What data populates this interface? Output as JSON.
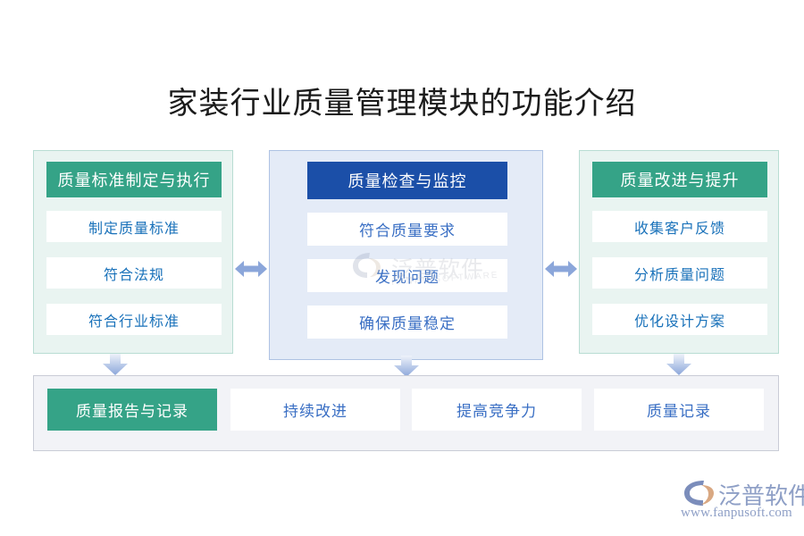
{
  "page": {
    "title": "家装行业质量管理模块的功能介绍"
  },
  "columns": [
    {
      "id": "quality-standard",
      "header": "质量标准制定与执行",
      "header_color": "#35a387",
      "panel_bg": "#e9f4f1",
      "items": [
        "制定质量标准",
        "符合法规",
        "符合行业标准"
      ]
    },
    {
      "id": "quality-inspection",
      "header": "质量检查与监控",
      "header_color": "#1b4fa8",
      "panel_bg": "#e4ebf7",
      "items": [
        "符合质量要求",
        "发现问题",
        "确保质量稳定"
      ]
    },
    {
      "id": "quality-improvement",
      "header": "质量改进与提升",
      "header_color": "#35a387",
      "panel_bg": "#e9f4f1",
      "items": [
        "收集客户反馈",
        "分析质量问题",
        "优化设计方案"
      ]
    }
  ],
  "connectors": {
    "horizontal_arrow_icon": "double-headed-horizontal-arrow",
    "down_arrow_icon": "down-arrow",
    "arrow_color": "#8ba6da"
  },
  "bottom_row": {
    "background": "#f2f3f7",
    "cards": [
      {
        "label": "质量报告与记录",
        "highlight": true,
        "bg": "#35a387",
        "text_color": "#ffffff"
      },
      {
        "label": "持续改进",
        "highlight": false,
        "bg": "#ffffff",
        "text_color": "#3a6fc4"
      },
      {
        "label": "提高竞争力",
        "highlight": false,
        "bg": "#ffffff",
        "text_color": "#3a6fc4"
      },
      {
        "label": "质量记录",
        "highlight": false,
        "bg": "#ffffff",
        "text_color": "#3a6fc4"
      }
    ]
  },
  "watermark": {
    "text_cn": "泛普软件",
    "text_en": "FANPU SOFTWARE"
  },
  "logo": {
    "name_cn": "泛普软件",
    "url": "www.fanpusoft.com",
    "mark_icon": "fanpu-logo-mark"
  }
}
